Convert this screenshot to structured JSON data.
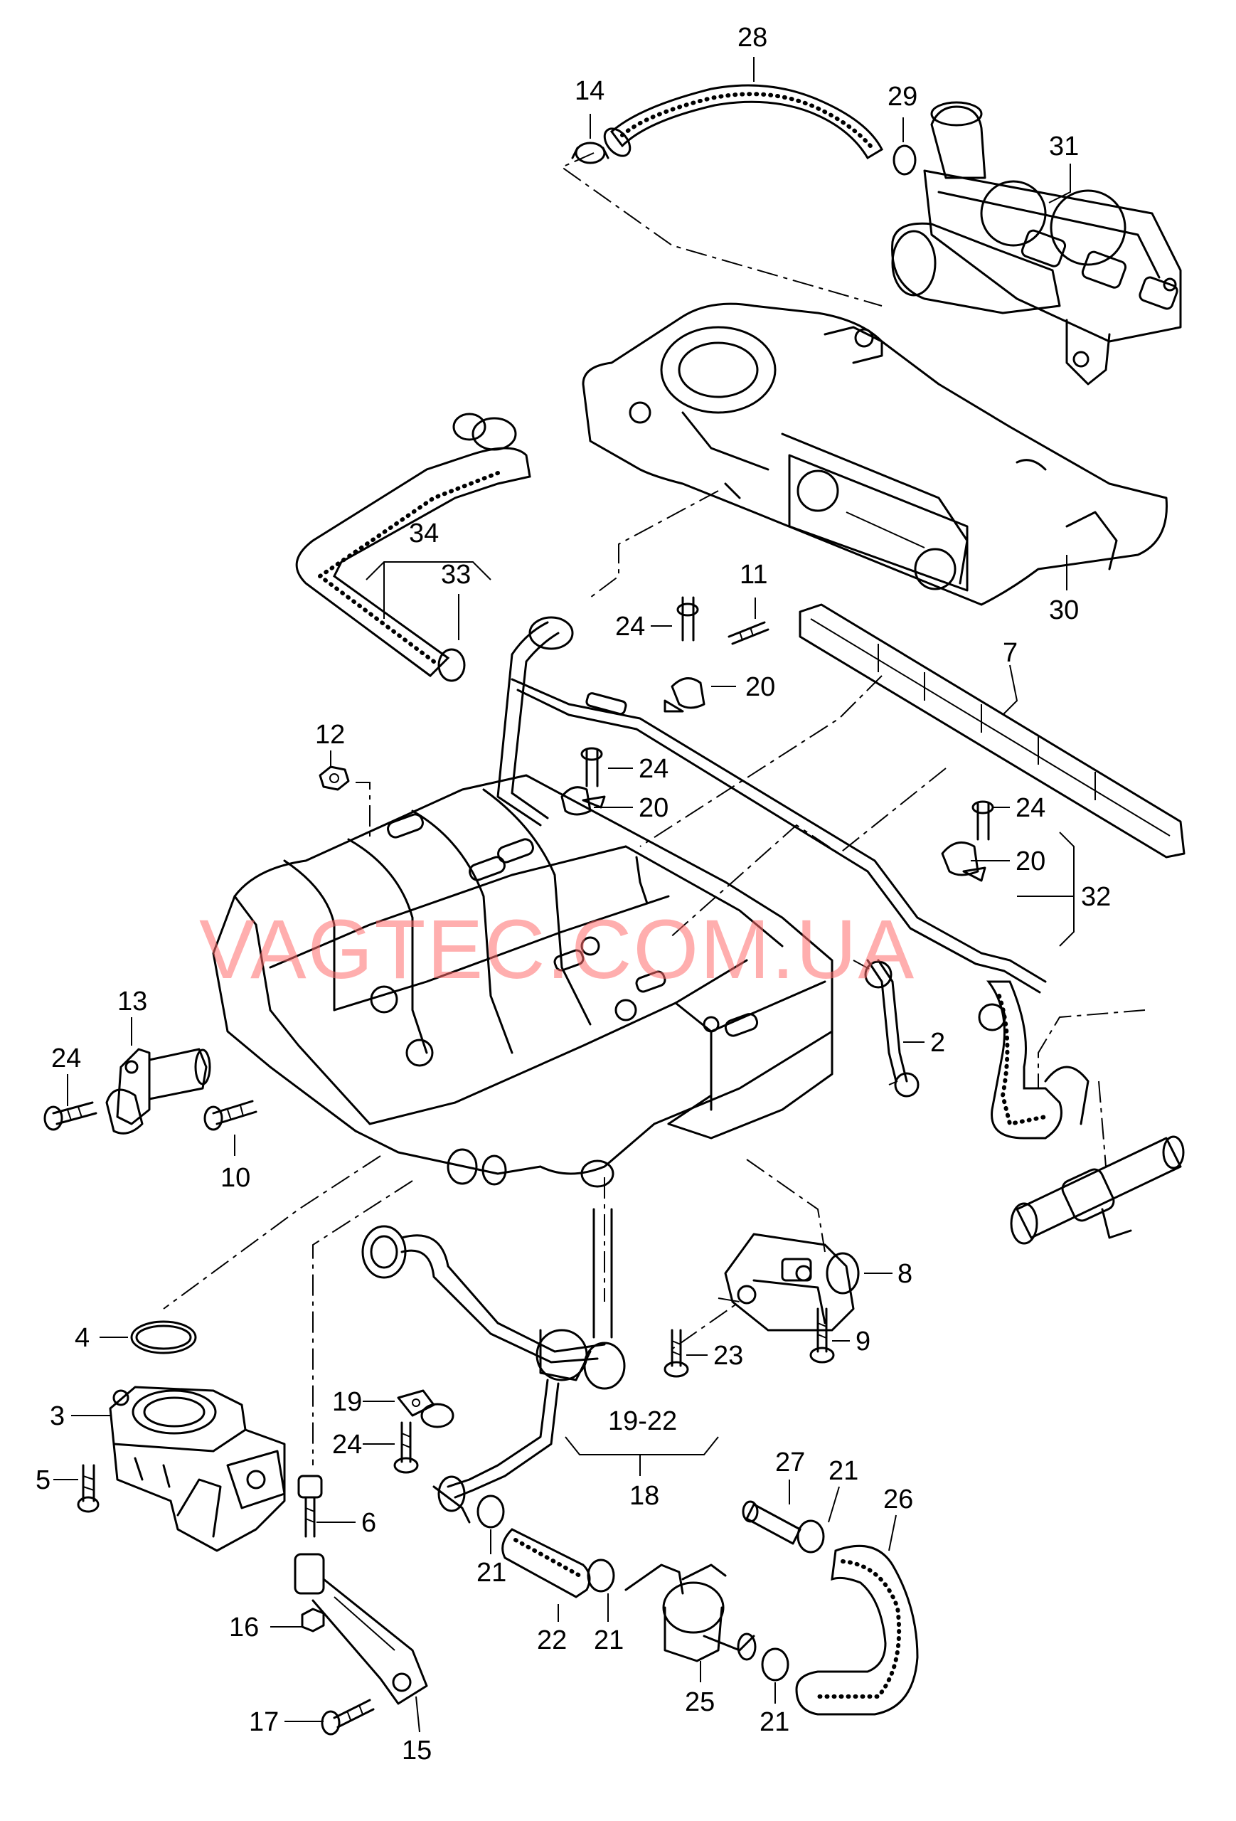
{
  "watermark": "VAGTEC.COM.UA",
  "callouts": {
    "c28": "28",
    "c14": "14",
    "c29": "29",
    "c31": "31",
    "c30": "30",
    "c34": "34",
    "c33": "33",
    "c11": "11",
    "c24a": "24",
    "c20a": "20",
    "c7": "7",
    "c12": "12",
    "c24b": "24",
    "c20b": "20",
    "c24c": "24",
    "c20c": "20",
    "c32": "32",
    "c13": "13",
    "c24d": "24",
    "c10": "10",
    "c2": "2",
    "c4": "4",
    "c3": "3",
    "c5": "5",
    "c8": "8",
    "c9": "9",
    "c23": "23",
    "c19": "19",
    "c24e": "24",
    "c6": "6",
    "c19_22": "19-22",
    "c18": "18",
    "c27": "27",
    "c21a": "21",
    "c26": "26",
    "c21b": "21",
    "c22": "22",
    "c21c": "21",
    "c16": "16",
    "c17": "17",
    "c15": "15",
    "c25": "25",
    "c21d": "21"
  }
}
